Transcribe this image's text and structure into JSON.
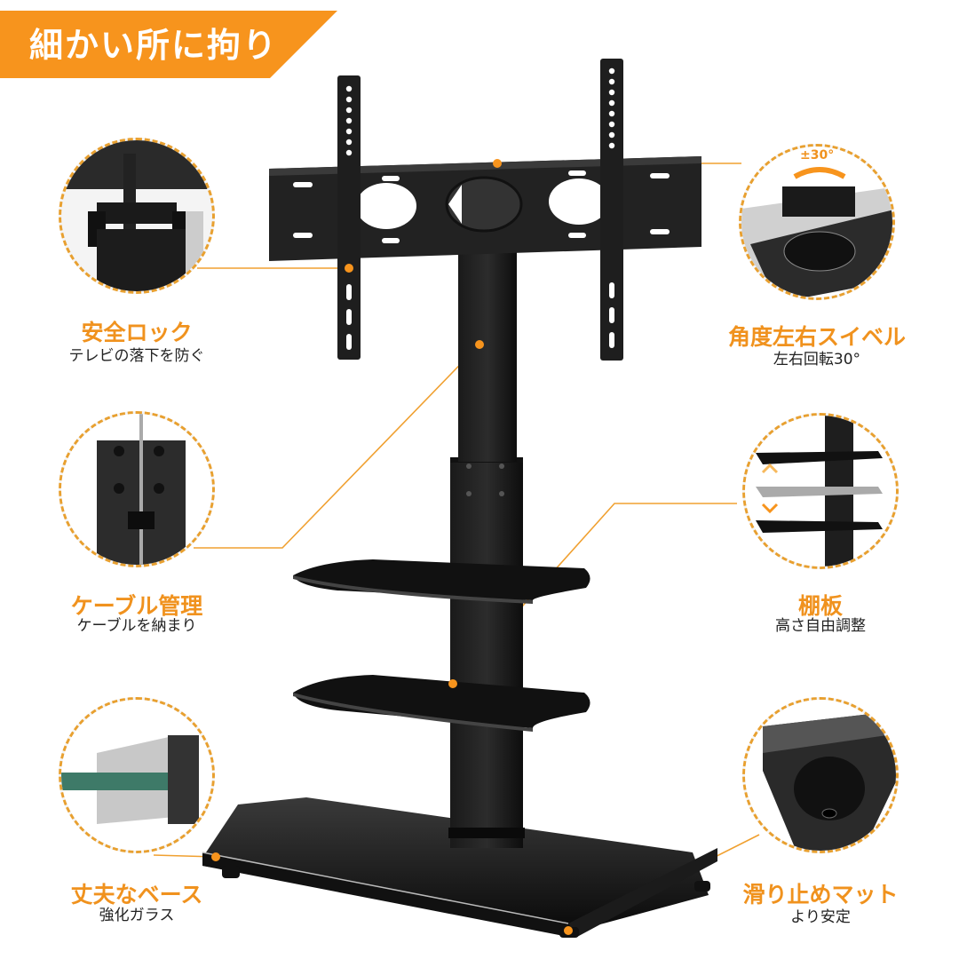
{
  "banner": {
    "title": "細かい所に拘り",
    "color": "#f7941d"
  },
  "accent_color": "#f0921e",
  "features": [
    {
      "id": "safety-lock",
      "title": "安全ロック",
      "subtitle": "テレビの落下を防ぐ",
      "side": "left"
    },
    {
      "id": "swivel",
      "title": "角度左右スイベル",
      "subtitle": "左右回転30°",
      "badge": "±30°",
      "side": "right"
    },
    {
      "id": "cable",
      "title": "ケーブル管理",
      "subtitle": "ケーブルを納まり",
      "side": "left"
    },
    {
      "id": "shelf",
      "title": "棚板",
      "subtitle": "高さ自由調整",
      "side": "right"
    },
    {
      "id": "base",
      "title": "丈夫なベース",
      "subtitle": "強化ガラス",
      "side": "left"
    },
    {
      "id": "mat",
      "title": "滑り止めマット",
      "subtitle": "より安定",
      "side": "right"
    }
  ]
}
